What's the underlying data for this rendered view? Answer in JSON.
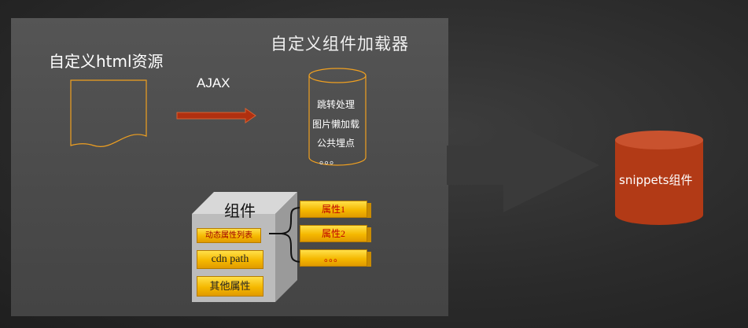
{
  "loader": {
    "title": "自定义组件加载器",
    "items": [
      "跳转处理",
      "图片懒加载",
      "公共埋点",
      "。。。"
    ]
  },
  "source": {
    "title": "自定义html资源",
    "transport": "AJAX"
  },
  "component": {
    "title": "组件",
    "fields": {
      "attr_list": "动态属性列表",
      "cdn_path": "cdn path",
      "other_attrs": "其他属性"
    },
    "attributes": [
      "属性1",
      "属性2",
      "。。。"
    ]
  },
  "target": {
    "label": "snippets组件"
  },
  "colors": {
    "background": "#2b2b2b",
    "panel": "#4d4d4d",
    "outline_orange": "#f0a020",
    "arrow_red": "#b03010",
    "cylinder_red": "#b23a16",
    "yellow": "#f5b800"
  }
}
